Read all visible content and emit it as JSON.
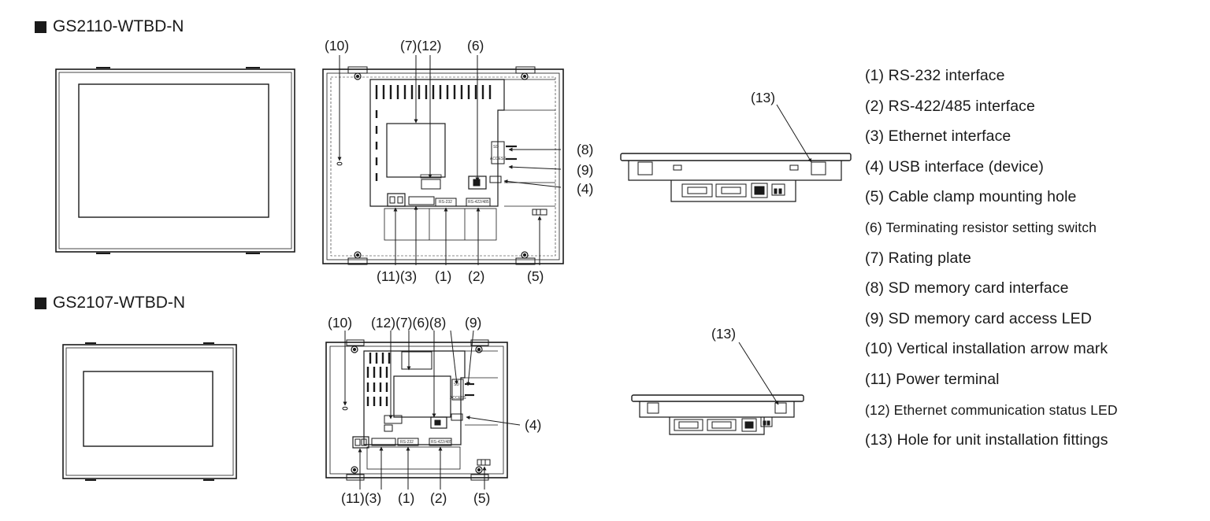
{
  "models": [
    {
      "title": "GS2110-WTBD-N"
    },
    {
      "title": "GS2107-WTBD-N"
    }
  ],
  "legend": [
    "(1) RS-232 interface",
    "(2) RS-422/485 interface",
    "(3) Ethernet interface",
    "(4) USB interface (device)",
    "(5) Cable clamp mounting hole",
    "(6) Terminating resistor setting switch",
    "(7) Rating plate",
    "(8) SD memory card interface",
    "(9) SD memory card access LED",
    "(10) Vertical installation arrow mark",
    "(11) Power terminal",
    "(12) Ethernet communication status LED",
    "(13) Hole for unit installation fittings"
  ],
  "callouts": {
    "c1": "(1)",
    "c2": "(2)",
    "c3": "(3)",
    "c4": "(4)",
    "c5": "(5)",
    "c6": "(6)",
    "c7": "(7)",
    "c8": "(8)",
    "c9": "(9)",
    "c10": "(10)",
    "c11": "(11)",
    "c12": "(12)",
    "c13": "(13)",
    "c7c12": "(7)(12)",
    "c11c3": "(11)(3)",
    "c12c7c6c8": "(12)(7)(6)(8)"
  },
  "port_labels": {
    "rs232": "RS-232",
    "rs422": "RS-422/485",
    "access": "ACCESS",
    "sd": "SD"
  },
  "icons": [
    "usb-icon",
    "ground-icon",
    "cable-clamp-icon",
    "screw-icon"
  ]
}
